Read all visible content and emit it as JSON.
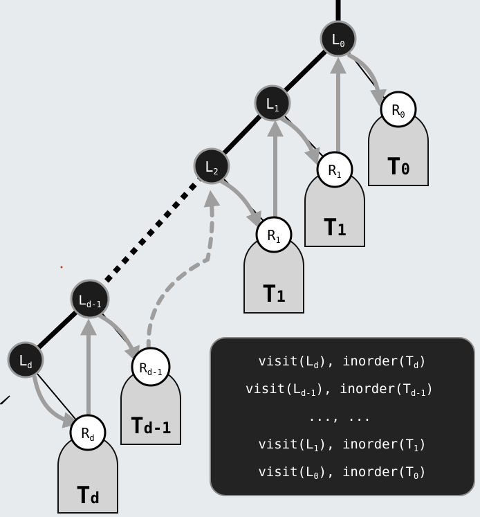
{
  "colors": {
    "background": "#e8ebee",
    "node_dark": "#1c1c1c",
    "node_light": "#ffffff",
    "subtree_fill": "#d4d4d4",
    "arrow": "#9e9e9e",
    "spine": "#000000",
    "legend_bg": "#232323",
    "legend_text": "#ffffff"
  },
  "nodes": {
    "L0": {
      "main": "L",
      "sub": "0"
    },
    "L1": {
      "main": "L",
      "sub": "1"
    },
    "L2": {
      "main": "L",
      "sub": "2"
    },
    "Ld1": {
      "main": "L",
      "sub": "d-1"
    },
    "Ld": {
      "main": "L",
      "sub": "d"
    },
    "R0": {
      "main": "R",
      "sub": "0"
    },
    "R1a": {
      "main": "R",
      "sub": "1"
    },
    "R1b": {
      "main": "R",
      "sub": "1"
    },
    "Rd1": {
      "main": "R",
      "sub": "d-1"
    },
    "Rd": {
      "main": "R",
      "sub": "d"
    }
  },
  "subtrees": {
    "T0": {
      "main": "T",
      "sub": "0"
    },
    "T1a": {
      "main": "T",
      "sub": "1"
    },
    "T1b": {
      "main": "T",
      "sub": "1"
    },
    "Td1": {
      "main": "T",
      "sub": "d-1"
    },
    "Td": {
      "main": "T",
      "sub": "d"
    }
  },
  "legend": {
    "line1": {
      "a": "visit(L",
      "as": "d",
      "b": "), inorder(T",
      "bs": "d",
      "c": ")"
    },
    "line2": {
      "a": "visit(L",
      "as": "d-1",
      "b": "), inorder(T",
      "bs": "d-1",
      "c": ")"
    },
    "line3": "..., ...",
    "line4": {
      "a": "visit(L",
      "as": "1",
      "b": "), inorder(T",
      "bs": "1",
      "c": ")"
    },
    "line5": {
      "a": "visit(L",
      "as": "0",
      "b": "), inorder(T",
      "bs": "0",
      "c": ")"
    }
  }
}
